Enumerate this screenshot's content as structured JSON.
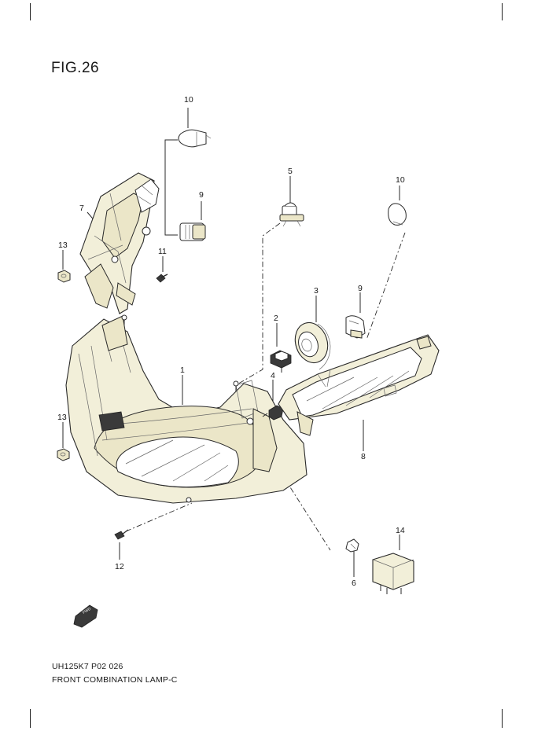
{
  "figure": {
    "title": "FIG.26"
  },
  "footer": {
    "code": "UH125K7 P02 026",
    "caption": "FRONT COMBINATION LAMP-C"
  },
  "callouts": [
    "10",
    "9",
    "7",
    "13",
    "11",
    "5",
    "10",
    "3",
    "9",
    "2",
    "1",
    "4",
    "13",
    "8",
    "12",
    "14",
    "6"
  ],
  "badge": {
    "label": "FWD"
  }
}
